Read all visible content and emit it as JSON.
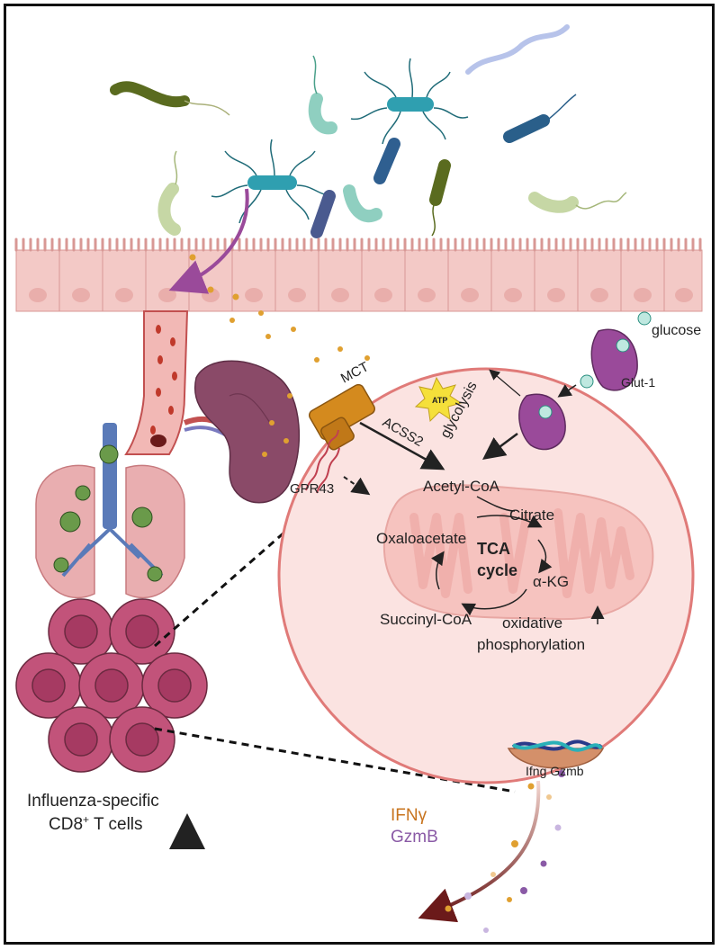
{
  "labels": {
    "glucose": "glucose",
    "glut1": "Glut-1",
    "mct": "MCT",
    "acss2": "ACSS2",
    "gpr43": "GPR43",
    "glycolysis": "glycolysis",
    "atp": "ATP",
    "acetyl_coa": "Acetyl-CoA",
    "citrate": "Citrate",
    "oxaloacetate": "Oxaloacetate",
    "tca": "TCA",
    "cycle": "cycle",
    "akg": "α-KG",
    "succinyl_coa": "Succinyl-CoA",
    "oxphos_1": "oxidative",
    "oxphos_2": "phosphorylation",
    "genes": "Ifng Gzmb",
    "ifng": "IFNγ",
    "gzmb": "GzmB",
    "tcells_1": "Influenza-specific",
    "tcells_2_pre": "CD8",
    "tcells_2_sup": "+",
    "tcells_2_post": " T cells"
  },
  "colors": {
    "cell_fill": "#fbe3e1",
    "cell_stroke": "#e07a78",
    "epithelium": "#f3c9c6",
    "mito": "#f6c3bf",
    "tcell": "#c2537a",
    "ifng": "#c8741e",
    "gzmb": "#8a5aa6",
    "arrow_dark": "#6b1a1a",
    "microbe_teal": "#2f9fb0",
    "transporter": "#d48a1e",
    "glut": "#9a4a9a"
  }
}
